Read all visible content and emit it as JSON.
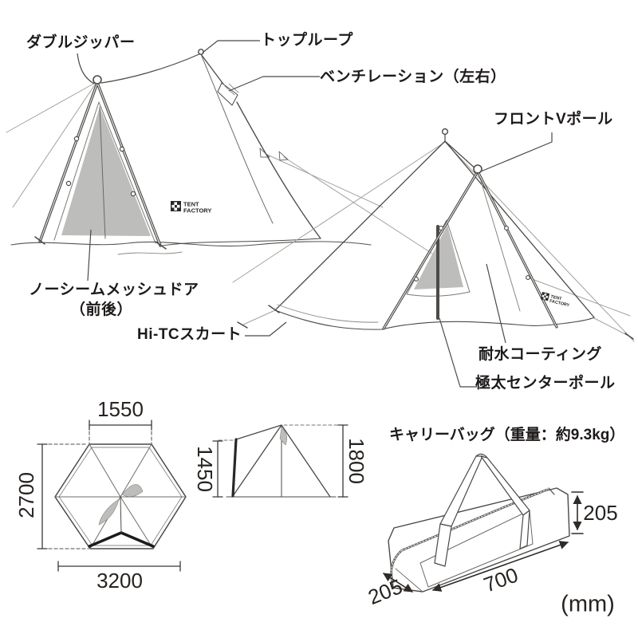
{
  "colors": {
    "line": "#4c4946",
    "light_line": "#a3a19e",
    "mesh_gray": "#bdbdbb",
    "text": "#1d1a19",
    "bold_black": "#1d1b19"
  },
  "brand": {
    "line1": "TENT",
    "line2": "FACTORY"
  },
  "callouts": {
    "double_zipper": "ダブルジッパー",
    "top_loop": "トップループ",
    "ventilation": "ベンチレーション（左右）",
    "front_v_pole": "フロントVポール",
    "no_seam_mesh_door": "ノーシームメッシュドア",
    "no_seam_mesh_door_2": "（前後）",
    "hi_tc_skirt": "Hi-TCスカート",
    "water_coating": "耐水コーティング",
    "center_pole": "極太センターポール"
  },
  "floor_plan": {
    "top_width": "1550",
    "height": "2700",
    "bottom_width": "3200"
  },
  "side_view": {
    "front_height": "1450",
    "peak_height": "1800"
  },
  "carry_bag": {
    "title": "キャリーバッグ（重量：約9.3kg）",
    "height": "205",
    "depth": "205",
    "length": "700",
    "unit": "(mm)"
  }
}
